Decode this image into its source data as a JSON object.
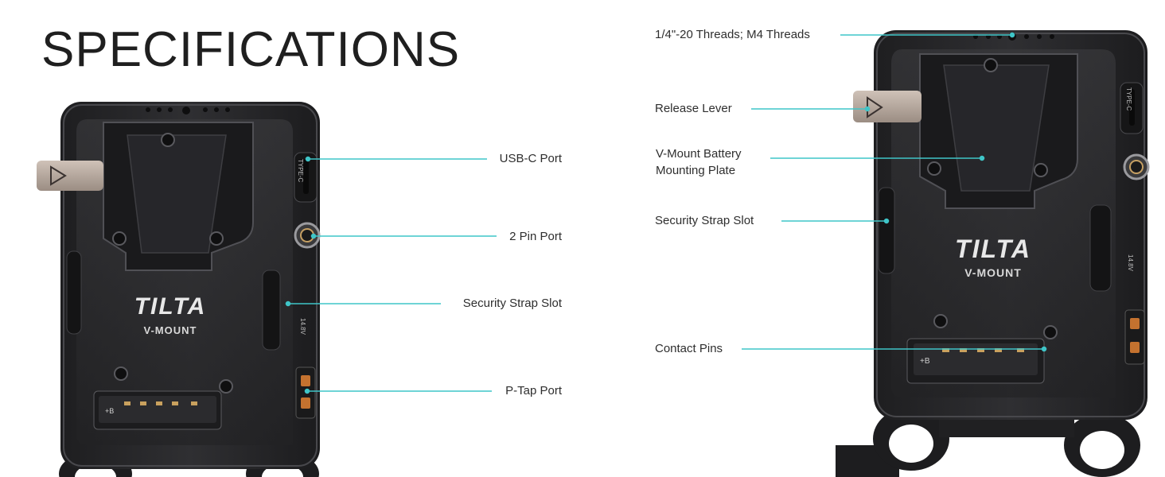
{
  "heading": "SPECIFICATIONS",
  "left_device": {
    "brand": "TILTA",
    "model": "V-MOUNT",
    "port_label_type_c": "TYPE-C",
    "port_label_voltage": "14.8V",
    "pin_label": "+B",
    "callouts": {
      "usb_c": "USB-C Port",
      "two_pin": "2 Pin Port",
      "strap_slot": "Security Strap Slot",
      "ptap": "P-Tap Port"
    }
  },
  "right_device": {
    "brand": "TILTA",
    "model": "V-MOUNT",
    "port_label_type_c": "TYPE-C",
    "port_label_voltage": "14.8V",
    "pin_label": "+B",
    "callouts": {
      "threads": "1/4\"-20 Threads; M4 Threads",
      "release_lever": "Release Lever",
      "vmount_plate_line1": "V-Mount Battery",
      "vmount_plate_line2": "Mounting Plate",
      "strap_slot": "Security Strap Slot",
      "contact_pins": "Contact Pins"
    }
  },
  "colors": {
    "leader_line": "#3fc5c8",
    "body": "#2a2a2c",
    "body_edge": "#3b3b3e",
    "lever": "#b9aba0",
    "ptap_pins": "#c4722f"
  }
}
